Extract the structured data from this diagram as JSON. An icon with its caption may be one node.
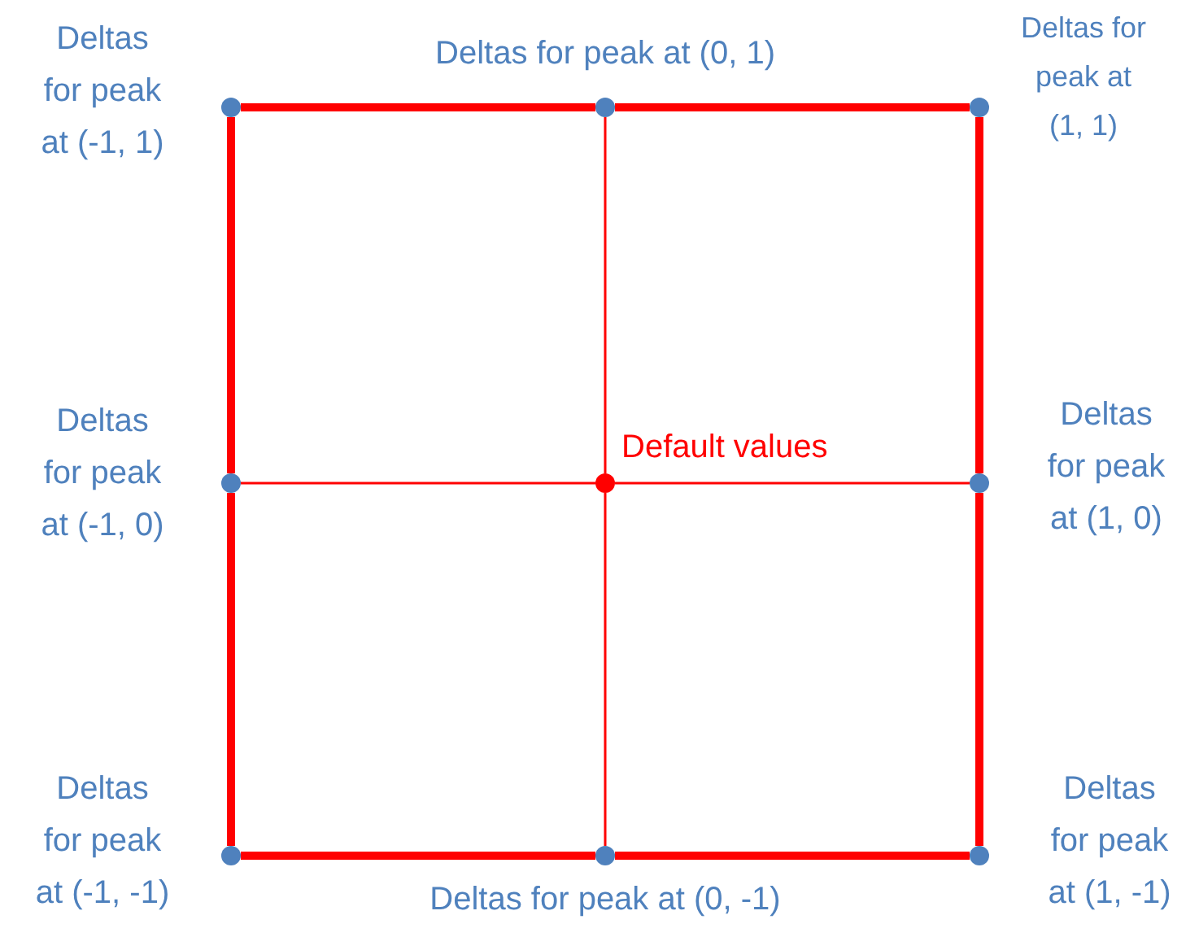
{
  "diagram": {
    "nodes": [
      {
        "text": [],
        "shape": "circle",
        "beside": [
          "Deltas for peak at (-1, 1)"
        ]
      },
      {
        "text": [],
        "shape": "circle",
        "beside": [
          "Deltas for peak at (0, 1)"
        ]
      },
      {
        "text": [],
        "shape": "circle",
        "beside": [
          "Deltas for peak at (1, 1)"
        ]
      },
      {
        "text": [],
        "shape": "circle",
        "beside": [
          "Deltas for peak at (-1, 0)"
        ]
      },
      {
        "text": [],
        "shape": "circle",
        "beside": [
          "Default values"
        ]
      },
      {
        "text": [],
        "shape": "circle",
        "beside": [
          "Deltas for peak at (1, 0)"
        ]
      },
      {
        "text": [],
        "shape": "circle",
        "beside": [
          "Deltas for peak at (-1, -1)"
        ]
      },
      {
        "text": [],
        "shape": "circle",
        "beside": [
          "Deltas for peak at (0, -1)"
        ]
      },
      {
        "text": [],
        "shape": "circle",
        "beside": [
          "Deltas for peak at (1, -1)"
        ]
      }
    ],
    "edges": [
      {
        "from": 0,
        "to": 1,
        "arrow": "none"
      },
      {
        "from": 1,
        "to": 2,
        "arrow": "none"
      },
      {
        "from": 0,
        "to": 3,
        "arrow": "none"
      },
      {
        "from": 3,
        "to": 6,
        "arrow": "none"
      },
      {
        "from": 2,
        "to": 5,
        "arrow": "none"
      },
      {
        "from": 5,
        "to": 8,
        "arrow": "none"
      },
      {
        "from": 6,
        "to": 7,
        "arrow": "none"
      },
      {
        "from": 7,
        "to": 8,
        "arrow": "none"
      },
      {
        "from": 1,
        "to": 4,
        "arrow": "none"
      },
      {
        "from": 4,
        "to": 7,
        "arrow": "none"
      },
      {
        "from": 3,
        "to": 4,
        "arrow": "none"
      },
      {
        "from": 4,
        "to": 5,
        "arrow": "none"
      }
    ]
  }
}
